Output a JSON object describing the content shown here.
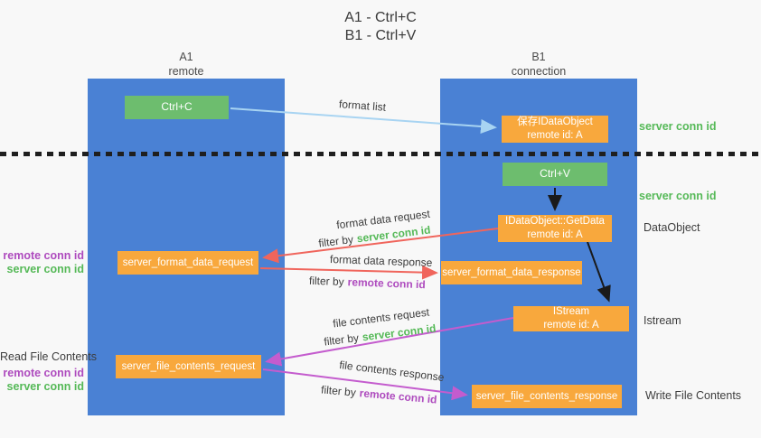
{
  "title": {
    "line1": "A1 - Ctrl+C",
    "line2": "B1 - Ctrl+V"
  },
  "lifelines": {
    "a1": {
      "name": "A1",
      "subtitle": "remote"
    },
    "b1": {
      "name": "B1",
      "subtitle": "connection"
    }
  },
  "nodes": {
    "ctrl_c": {
      "label": "Ctrl+C"
    },
    "save_idataobject": {
      "line1": "保存IDataObject",
      "line2": "remote id: A"
    },
    "ctrl_v": {
      "label": "Ctrl+V"
    },
    "getdata": {
      "line1": "IDataObject::GetData",
      "line2": "remote id: A"
    },
    "server_format_data_request": {
      "label": "server_format_data_request"
    },
    "server_format_data_response": {
      "label": "server_format_data_response"
    },
    "istream": {
      "line1": "IStream",
      "line2": "remote id: A"
    },
    "server_file_contents_request": {
      "label": "server_file_contents_request"
    },
    "server_file_contents_response": {
      "label": "server_file_contents_response"
    }
  },
  "side_annotations": {
    "server_conn_id_top": "server conn id",
    "server_conn_id_mid": "server conn id",
    "dataobject": "DataObject",
    "istream": "Istream",
    "write_file_contents": "Write File Contents",
    "read_file_contents": "Read File Contents",
    "mid_left": {
      "remote_conn_id": "remote conn id",
      "server_conn_id": "server conn id"
    },
    "bottom_left": {
      "remote_conn_id": "remote conn id",
      "server_conn_id": "server conn id"
    }
  },
  "arrow_labels": {
    "format_list": "format list",
    "format_data_request": {
      "text": "format data request",
      "filter_prefix": "filter by",
      "filter_value": "server conn id"
    },
    "format_data_response": {
      "text": "format data response",
      "filter_prefix": "filter by",
      "filter_value": "remote conn id"
    },
    "file_contents_request": {
      "text": "file contents request",
      "filter_prefix": "filter by",
      "filter_value": "server conn id"
    },
    "file_contents_response": {
      "text": "file contents response",
      "filter_prefix": "filter by",
      "filter_value": "remote conn id"
    }
  },
  "colors": {
    "lifeline_blue": "#4a81d4",
    "action_green": "#6dbd6e",
    "message_orange": "#f8a83d",
    "server_conn_green": "#55b957",
    "remote_conn_purple": "#ae4bbe",
    "format_arrow_red": "#f0655c",
    "file_arrow_purple": "#c45cce",
    "format_list_arrow_blue": "#a8d4f2",
    "background": "#f8f8f8"
  }
}
